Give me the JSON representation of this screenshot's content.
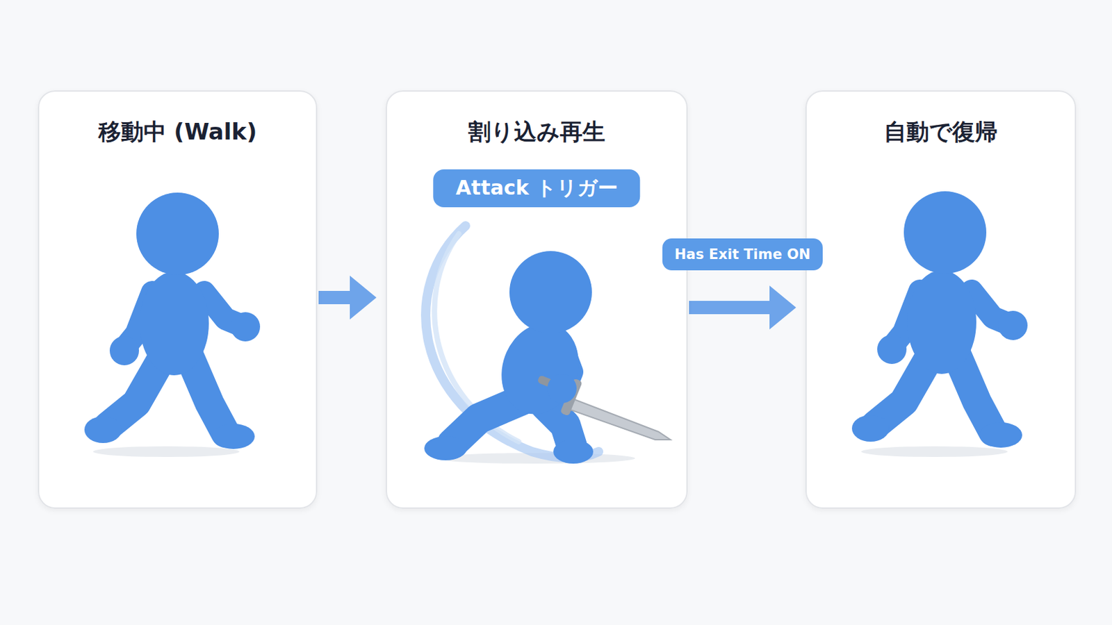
{
  "diagram": {
    "nodes": [
      {
        "text": [
          "移動中 (Walk)"
        ]
      },
      {
        "text": [
          "割り込み再生"
        ]
      },
      {
        "text": [
          "Attack トリガー"
        ],
        "in": 1
      },
      {
        "text": [
          "自動で復帰"
        ]
      }
    ],
    "edges": [
      {
        "from": 0,
        "to": 1,
        "arrow": "to"
      },
      {
        "from": 1,
        "to": 3,
        "label": "Has Exit Time ON",
        "arrow": "to"
      }
    ]
  }
}
